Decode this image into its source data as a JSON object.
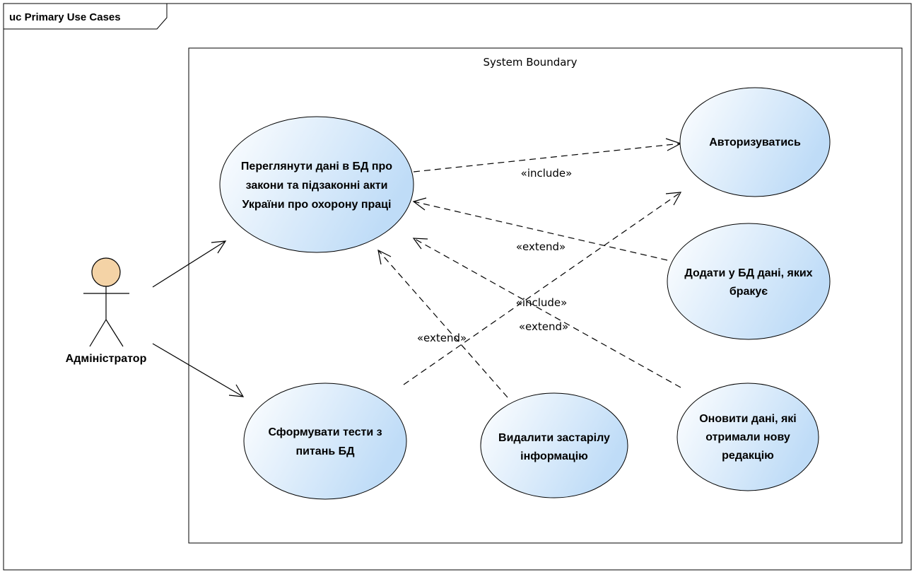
{
  "frame": {
    "title": "uc Primary Use Cases"
  },
  "boundary": {
    "title": "System Boundary"
  },
  "actor": {
    "name": "Адміністратор",
    "head_color": "#F4D3A6"
  },
  "colors": {
    "usecase_fill_light": "#FFFFFF",
    "usecase_fill_dark": "#BFDCF7",
    "line": "#000000"
  },
  "use_cases": {
    "view": {
      "lines": [
        "Переглянути дані в БД про",
        "закони та підзаконні акти",
        "України про охорону праці"
      ]
    },
    "auth": {
      "lines": [
        "Авторизуватись"
      ]
    },
    "add": {
      "lines": [
        "Додати у БД дані, яких",
        "бракує"
      ]
    },
    "tests": {
      "lines": [
        "Сформувати тести з",
        "питань БД"
      ]
    },
    "delete": {
      "lines": [
        "Видалити застарілу",
        "інформацію"
      ]
    },
    "update": {
      "lines": [
        "Оновити дані, які",
        "отримали нову",
        "редакцію"
      ]
    }
  },
  "relations": {
    "view_auth": "«include»",
    "add_view": "«extend»",
    "tests_auth": "«include»",
    "delete_view": "«extend»",
    "update_view": "«extend»"
  }
}
